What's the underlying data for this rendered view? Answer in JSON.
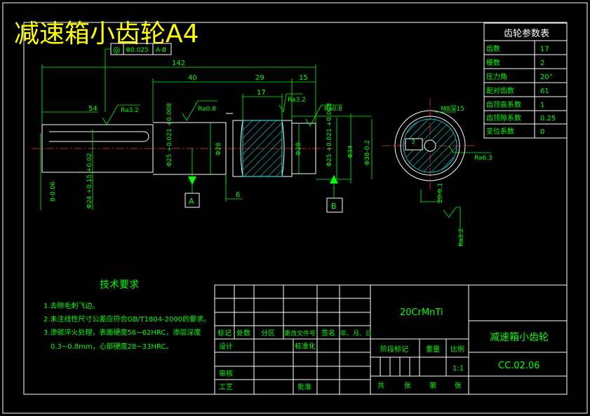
{
  "title": "减速箱小齿轮A4",
  "geometric_tolerance": {
    "symbol": "◎",
    "value": "Φ0.025",
    "datum": "A-B"
  },
  "dimensions": {
    "overall_length": "142",
    "len_40": "40",
    "len_29": "29",
    "len_15": "15",
    "len_54": "54",
    "len_17": "17",
    "len_6": "6",
    "dia_28": "Φ28",
    "dia_28b": "Φ28",
    "dia_25": "Φ25 +0.021 +0.008",
    "dia_25b": "Φ25 +0.021 +0.008",
    "dia_34": "Φ34",
    "dia_38": "Φ38-0.2",
    "dia_24": "Φ24 +0.15 +0.02",
    "len_8": "8-0.06",
    "thread": "M8深15",
    "keyway_3": "3",
    "keyway_depth": "20-0.1"
  },
  "roughness": [
    "Ra3.2",
    "Ra0.8",
    "Ra3.2",
    "Ra0.8",
    "Ra6.3",
    "Ra3.2"
  ],
  "datums": [
    "A",
    "B"
  ],
  "gear_table": {
    "title": "齿轮参数表",
    "rows": [
      {
        "label": "齿数",
        "value": "17"
      },
      {
        "label": "模数",
        "value": "2"
      },
      {
        "label": "压力角",
        "value": "20°"
      },
      {
        "label": "配对齿数",
        "value": "61"
      },
      {
        "label": "齿顶高系数",
        "value": "1"
      },
      {
        "label": "齿顶隙系数",
        "value": "0.25"
      },
      {
        "label": "变位系数",
        "value": "0"
      }
    ]
  },
  "tech_requirements": {
    "title": "技术要求",
    "lines": [
      "1.去除毛刺飞边。",
      "2.未注线性尺寸公差应符合GB/T1804-2000的要求。",
      "3.渗碳淬火处理，表面硬度56~62HRC，渗层深度",
      "0.3~0.8mm，心部硬度28~33HRC。"
    ]
  },
  "title_block": {
    "material": "20CrMnTi",
    "part_name": "减速箱小齿轮",
    "drawing_no": "CC.02.06",
    "scale": "1:1",
    "labels": {
      "mark": "标记",
      "count": "处数",
      "zone": "分区",
      "change_doc": "更改文件号",
      "sign": "签名",
      "date": "年、月、日",
      "design": "设计",
      "standard": "标准化",
      "stage_mark": "阶段标记",
      "weight": "重量",
      "ratio": "比例",
      "review": "审核",
      "process": "工艺",
      "approve": "批准",
      "total": "共",
      "sheets": "张",
      "sheet_no": "第",
      "sheet": "张"
    }
  }
}
